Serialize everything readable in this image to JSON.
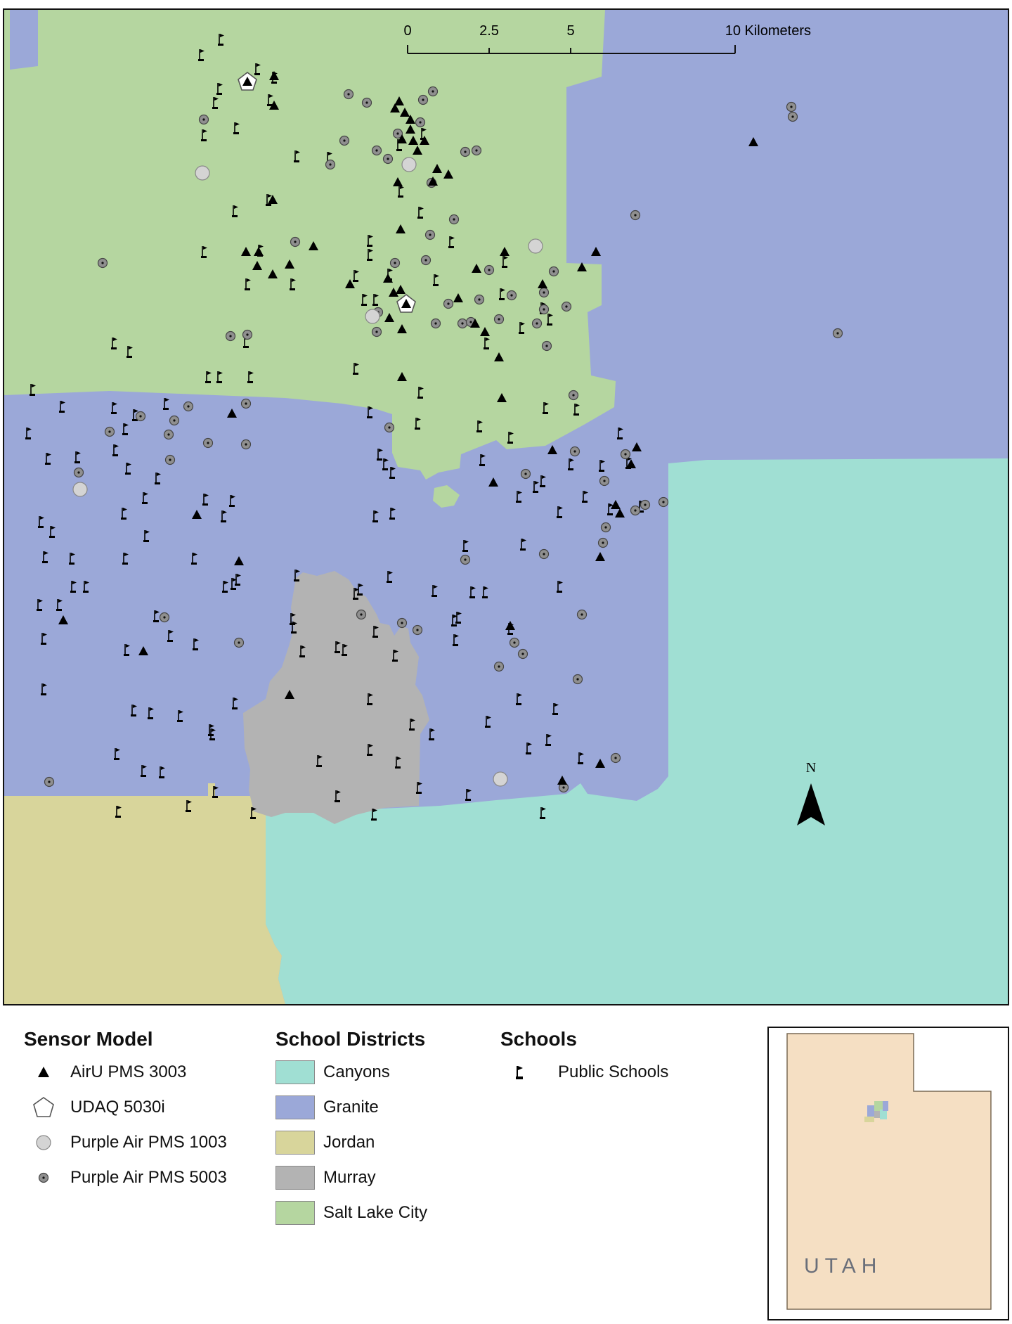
{
  "colors": {
    "canyons": "#a0dfd3",
    "granite": "#9ba8d8",
    "jordan": "#d8d59b",
    "murray": "#b3b3b3",
    "salt_lake_city": "#b5d6a0",
    "utah_fill": "#f5dfc3",
    "purple_1003_fill": "#d4d4d4",
    "purple_5003_fill": "#8f8f8f"
  },
  "scale_bar": {
    "labels": [
      "0",
      "2.5",
      "5",
      "10 Kilometers"
    ]
  },
  "north_label": "N",
  "legend": {
    "sensor": {
      "title": "Sensor Model",
      "items": [
        {
          "icon": "triangle-icon",
          "label": "AirU PMS 3003"
        },
        {
          "icon": "pentagon-icon",
          "label": "UDAQ 5030i"
        },
        {
          "icon": "circle-icon",
          "label": "Purple Air PMS 1003"
        },
        {
          "icon": "dotted-circle-icon",
          "label": "Purple Air PMS 5003"
        }
      ]
    },
    "districts": {
      "title": "School Districts",
      "items": [
        {
          "key": "canyons",
          "label": "Canyons"
        },
        {
          "key": "granite",
          "label": "Granite"
        },
        {
          "key": "jordan",
          "label": "Jordan"
        },
        {
          "key": "murray",
          "label": "Murray"
        },
        {
          "key": "salt_lake_city",
          "label": "Salt Lake City"
        }
      ]
    },
    "schools": {
      "title": "Schools",
      "items": [
        {
          "icon": "flag-icon",
          "label": "Public Schools"
        }
      ]
    }
  },
  "inset": {
    "label": "UTAH"
  }
}
